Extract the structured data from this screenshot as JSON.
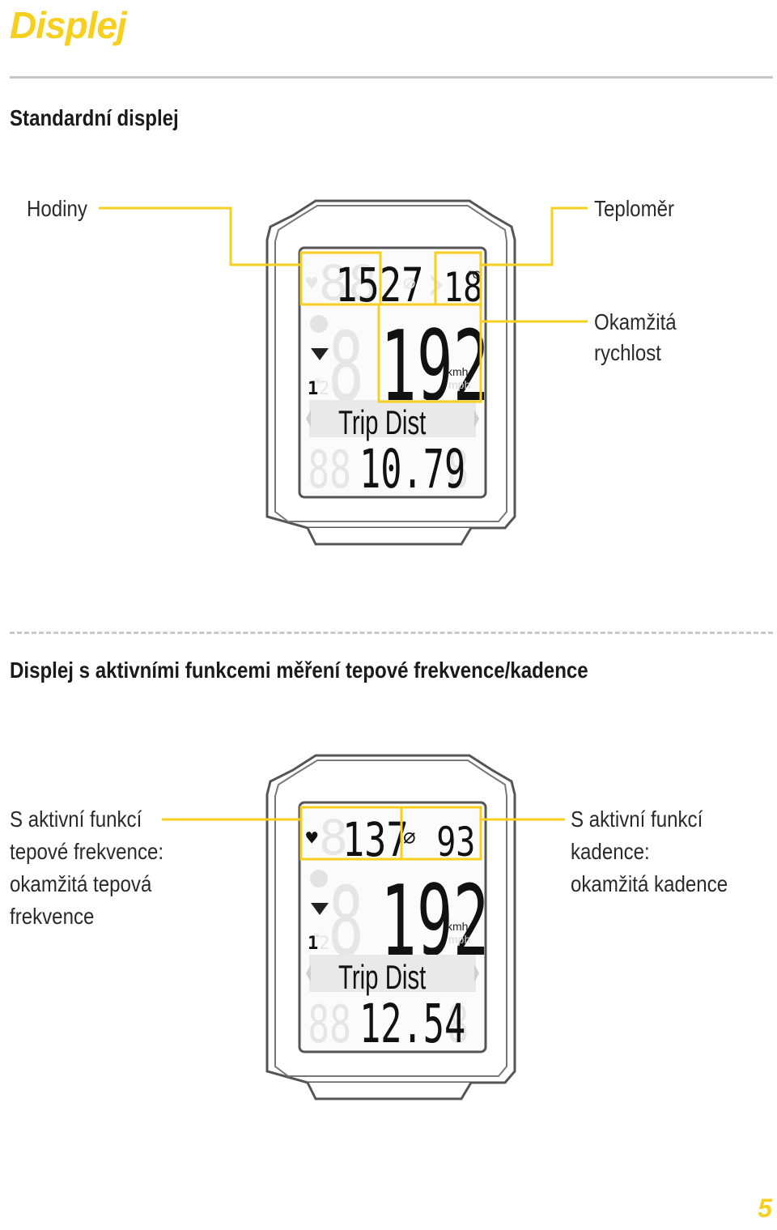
{
  "page": {
    "title": "Displej",
    "page_number": "5",
    "accent_color": "#f7cf1f"
  },
  "section1": {
    "title": "Standardní displej",
    "labels": {
      "clock": "Hodiny",
      "thermometer": "Teploměr",
      "speed_line1": "Okamžitá",
      "speed_line2": "rychlost"
    },
    "display": {
      "time": "1527",
      "temperature": "18",
      "temp_unit": "°C",
      "speed": "192",
      "unit_kmh": "kmh",
      "unit_mph": "mph",
      "row_label": "Trip Dist",
      "row_value": "10.79",
      "number_indicator": "1",
      "number_indicator_ghost": "2"
    }
  },
  "section2": {
    "title": "Displej s aktivními funkcemi měření tepové frekvence/kadence",
    "labels": {
      "hr_line1": "S aktivní funkcí",
      "hr_line2": "tepové frekvence:",
      "hr_line3": "okamžitá tepová",
      "hr_line4": "frekvence",
      "cad_line1": "S aktivní funkcí",
      "cad_line2": "kadence:",
      "cad_line3": "okamžitá kadence"
    },
    "display": {
      "heart_rate": "137",
      "cadence": "93",
      "speed": "192",
      "unit_kmh": "kmh",
      "unit_mph": "mph",
      "row_label": "Trip Dist",
      "row_value": "12.54",
      "number_indicator": "1",
      "number_indicator_ghost": "2"
    }
  }
}
